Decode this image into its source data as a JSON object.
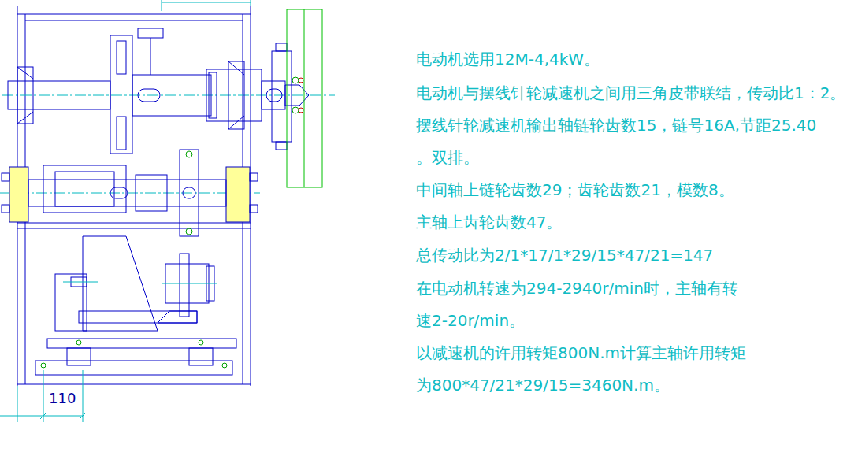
{
  "diagram": {
    "labels": [
      "电动机选用12M-4,4kW。",
      "电动机与摆线针轮减速机之间用三角皮带联结，传动比1：2。",
      "摆线针轮减速机输出轴链轮齿数15，链号16A,节距25.40 。双排。",
      "中间轴上链轮齿数29；齿轮齿数21，模数8。",
      "主轴上齿轮齿数47。",
      "总传动比为2/1*17/1*29/15*47/21=147",
      "在电动机转速为294-2940r/min时，主轴有转 速2-20r/min。",
      "以减速机的许用转矩800N.m计算主轴许用转矩 为800*47/21*29/15=3460N.m。",
      "110"
    ]
  }
}
